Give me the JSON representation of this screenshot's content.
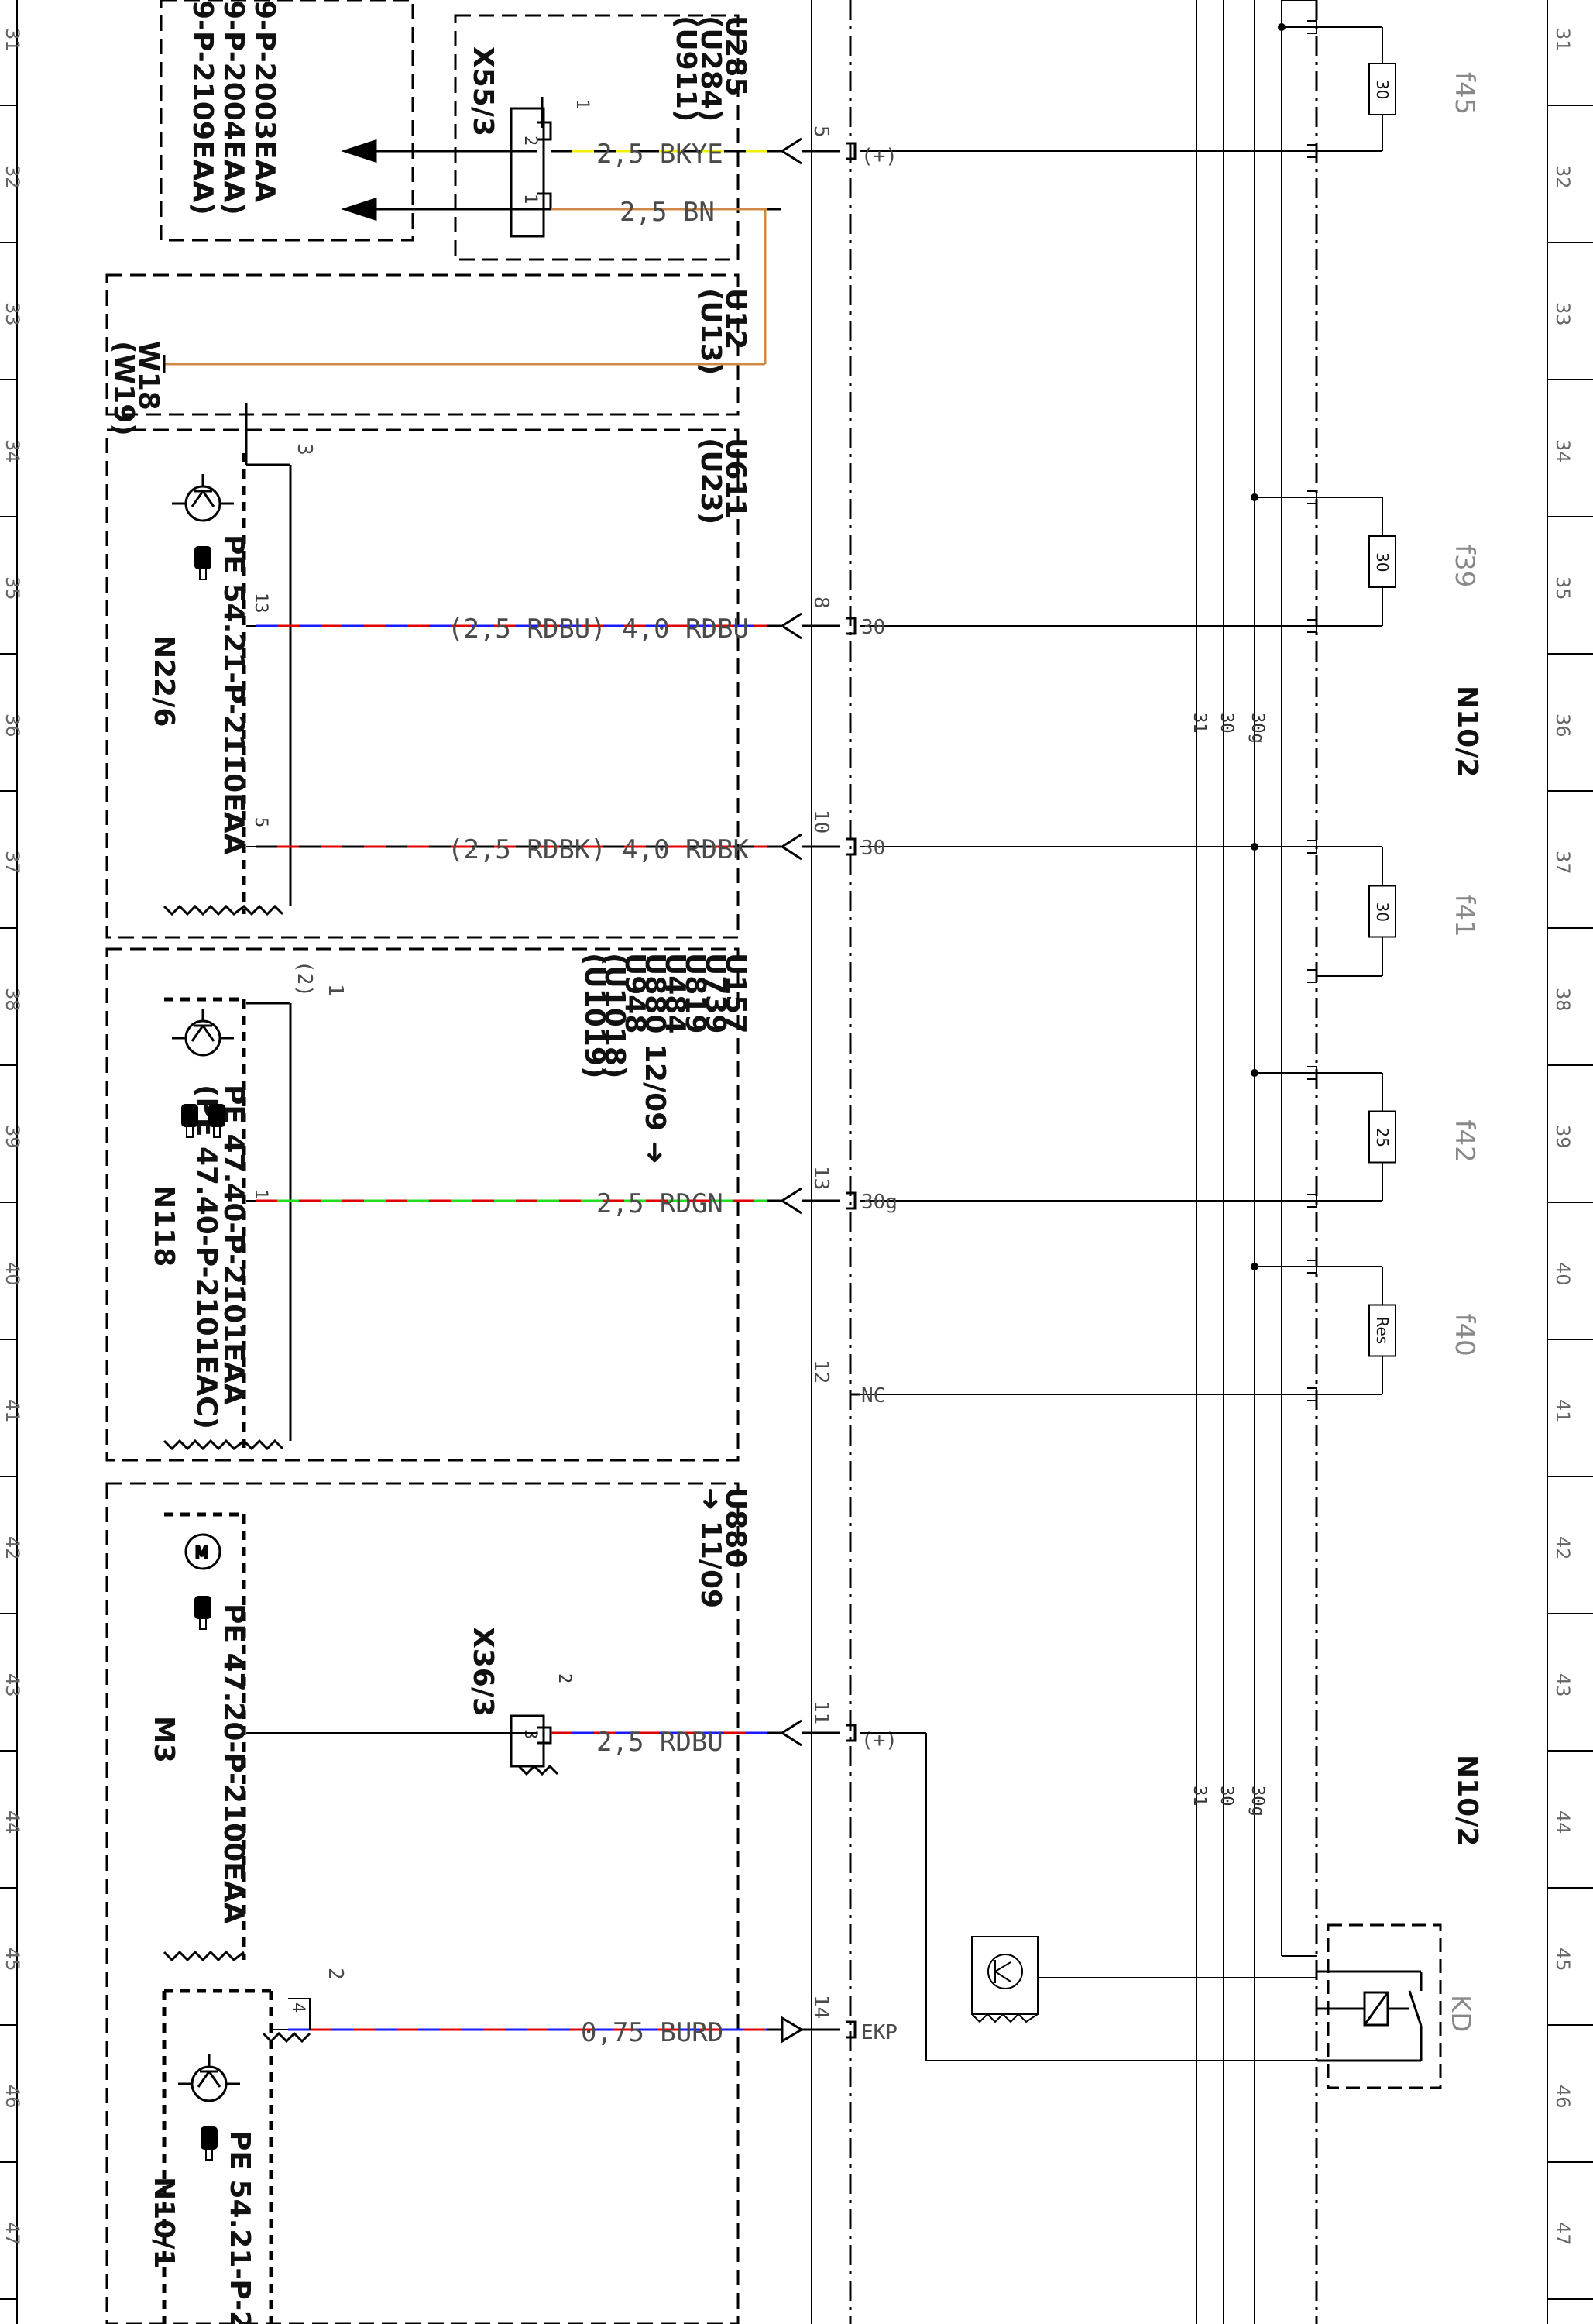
{
  "grid_numbers": [
    "31",
    "32",
    "33",
    "34",
    "35",
    "36",
    "37",
    "38",
    "39",
    "40",
    "41",
    "42",
    "43",
    "44",
    "45",
    "46",
    "47"
  ],
  "refs": {
    "r1": "9-P-2003EAA",
    "r2": "9-P-2004EAA)",
    "r3": "9-P-2109EAA)",
    "x55": "X55/3",
    "u285": [
      "U285",
      "(U284)",
      "(U911)"
    ],
    "u12": [
      "U12",
      "(U13)"
    ],
    "w18": [
      "W18",
      "(W19)"
    ],
    "u611": [
      "U611",
      "(U23)"
    ],
    "u157": [
      "U157",
      "U739",
      "U819",
      "U484",
      "U880  12/09 ➜",
      "U948",
      "(U1018)",
      "(U1019)"
    ],
    "u880b": [
      "U880",
      "➜ 11/09"
    ],
    "x36": "X36/3"
  },
  "components": {
    "n22_pe": "PE 54.21-P-2110EAA",
    "n22": "N22/6",
    "n118_pe1": "PE 47.40-P-2101EAA",
    "n118_pe2": "(PE 47.40-P-2101EAC)",
    "n118": "N118",
    "m3_pe": "PE 47.20-P-2100EAA",
    "m3": "M3",
    "n10_1_pe": "PE 54.21-P-21",
    "n10_1": "N10/1",
    "n10_2_a": "N10/2",
    "n10_2_b": "N10/2",
    "kd": "KD"
  },
  "wires": {
    "w5": "2,5 BKYE",
    "wbn": "2,5 BN",
    "w8": "(2,5 RDBU)  4,0 RDBU",
    "w10": "(2,5 RDBK)  4,0 RDBK",
    "w13": "2,5 RDGN",
    "w11": "2,5 RDBU",
    "w14": "0,75 BURD"
  },
  "pins": {
    "p5": "5",
    "p8": "8",
    "p10": "10",
    "p13": "13",
    "p12": "12",
    "p11": "11",
    "p14": "14",
    "t_plus1": "(+)",
    "t30a": "30",
    "t30b": "30",
    "t30g": "30g",
    "tnc": "NC",
    "t_plus2": "(+)",
    "tekp": "EKP",
    "x55_2": "2",
    "x55_1": "1",
    "x55_top": "1",
    "n22_13": "13",
    "n22_5": "5",
    "n22_top": "3",
    "n118_1": "1",
    "n118_top1": "1",
    "n118_top2": "(2)",
    "x36_3": "3",
    "x36_top": "2",
    "n10_1_4": "4",
    "n10_1_top": "2"
  },
  "fuses": {
    "f45": "f45",
    "f45v": "30",
    "f39": "f39",
    "f39v": "30",
    "f41": "f41",
    "f41v": "30",
    "f42": "f42",
    "f42v": "25",
    "f40": "f40",
    "f40v": "Res"
  },
  "bus": {
    "b31a": "31",
    "b30a": "30",
    "b30ga": "30g",
    "b31b": "31",
    "b30b": "30",
    "b30gb": "30g"
  },
  "colors": {
    "red": "#e00000",
    "blue": "#1a1aff",
    "green": "#22dd22",
    "yellow": "#f0f000",
    "brown": "#d08848",
    "black": "#000000"
  }
}
